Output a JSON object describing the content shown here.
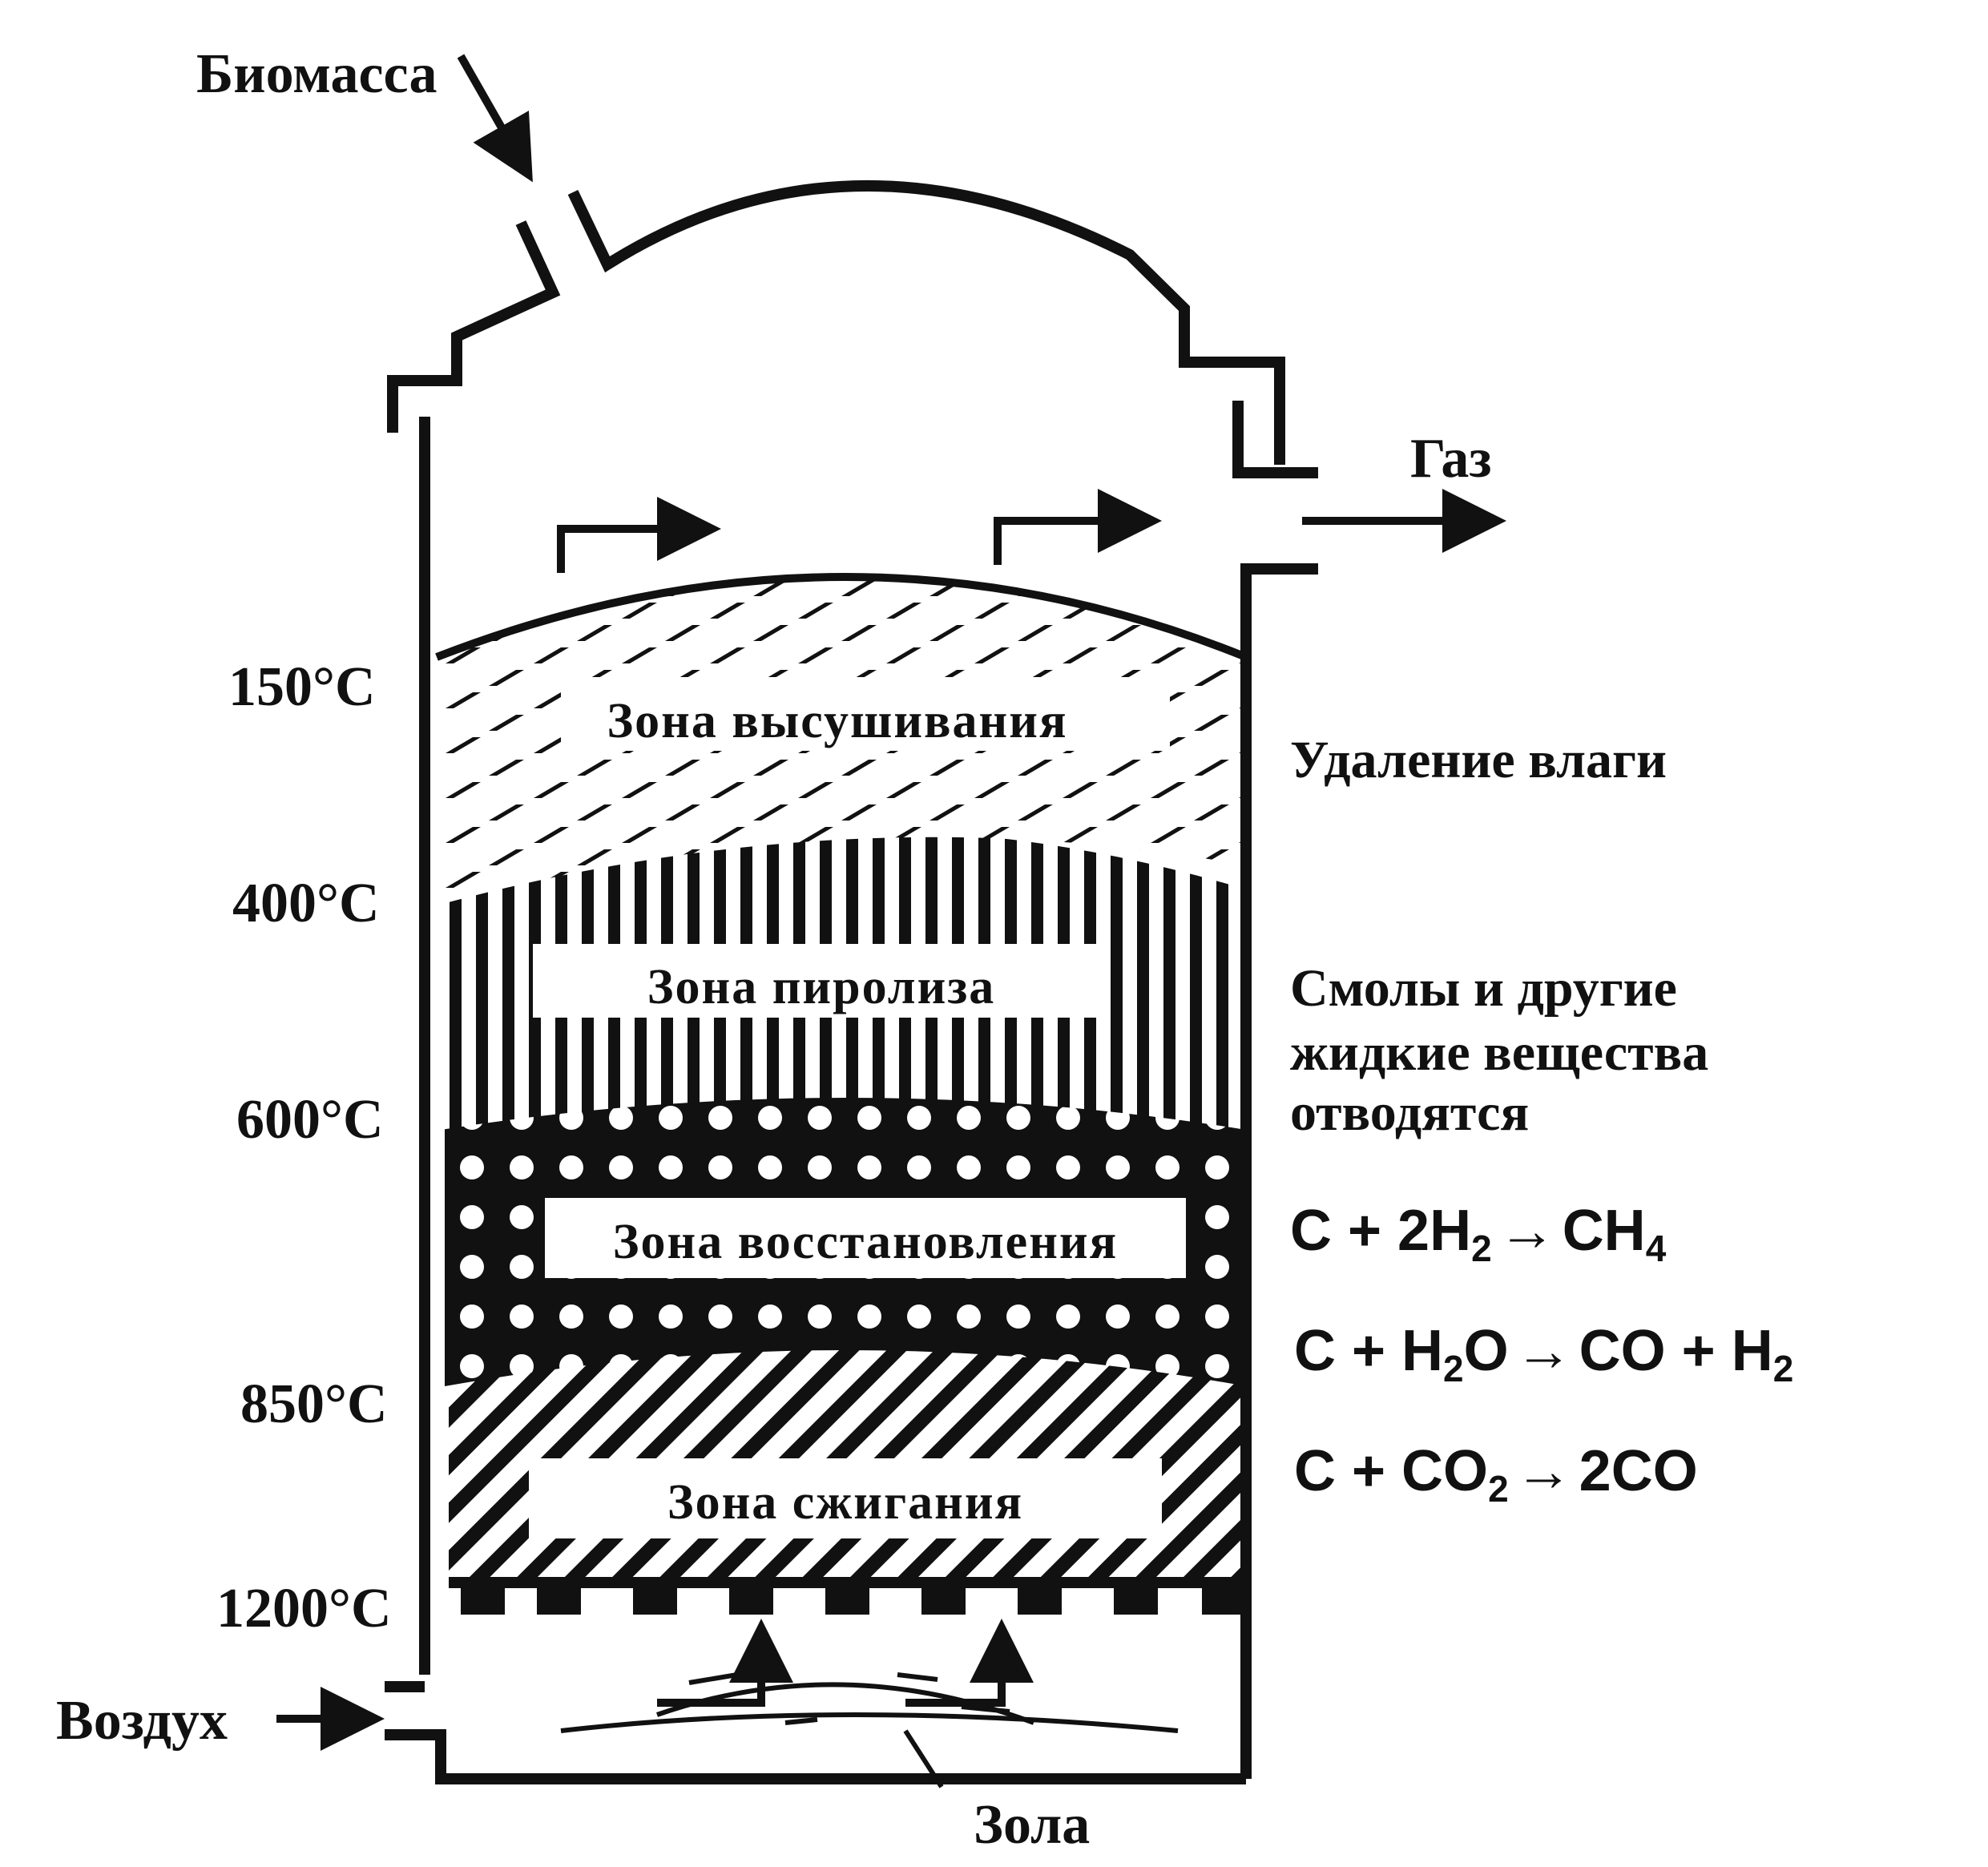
{
  "labels": {
    "biomass": "Биомасса",
    "gas": "Газ",
    "air": "Воздух",
    "ash": "Зола"
  },
  "temperatures": [
    "150°C",
    "400°C",
    "600°C",
    "850°C",
    "1200°C"
  ],
  "zones": [
    {
      "label": "Зона высушивания",
      "pattern": "dashes"
    },
    {
      "label": "Зона пиролиза",
      "pattern": "vertical-stripes"
    },
    {
      "label": "Зона восстановления",
      "pattern": "dots"
    },
    {
      "label": "Зона сжигания",
      "pattern": "diagonal-hatch"
    }
  ],
  "notes": {
    "drying": "Удаление влаги",
    "pyrolysis": [
      "Смолы и другие",
      "жидкие вещества",
      "отводятся"
    ]
  },
  "reactions": [
    {
      "left": "C + 2H",
      "sub1": "2",
      "arrow": "→",
      "right": "CH",
      "sub2": "4"
    },
    {
      "left": "C + H",
      "sub1": "2",
      "mid": "O",
      "arrow": "→",
      "right": "CO + H",
      "sub2": "2"
    },
    {
      "left": "C + CO",
      "sub1": "2",
      "arrow": "→",
      "right": "2CO"
    }
  ],
  "colors": {
    "ink": "#111111",
    "paper": "#ffffff"
  }
}
